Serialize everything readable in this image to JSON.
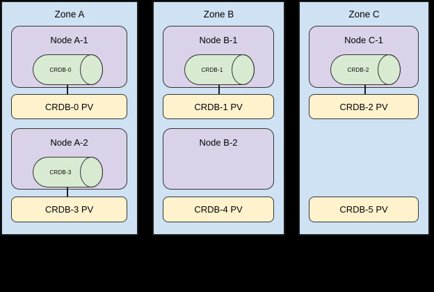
{
  "palette": {
    "background": "#000000",
    "zone_fill": "#cfe2f3",
    "node_fill": "#d9d2e9",
    "database_fill": "#d9ead3",
    "pv_fill": "#fff2cc",
    "outline": "#1a1a1a"
  },
  "zones": [
    {
      "title": "Zone A",
      "slots": [
        {
          "node": "Node A-1",
          "db": "CRDB-0",
          "pv": "CRDB-0 PV",
          "connected": true
        },
        {
          "node": "Node A-2",
          "db": "CRDB-3",
          "pv": "CRDB-3 PV",
          "connected": true
        }
      ]
    },
    {
      "title": "Zone B",
      "slots": [
        {
          "node": "Node B-1",
          "db": "CRDB-1",
          "pv": "CRDB-1 PV",
          "connected": true
        },
        {
          "node": "Node B-2",
          "db": null,
          "pv": "CRDB-4 PV",
          "connected": false
        }
      ]
    },
    {
      "title": "Zone C",
      "slots": [
        {
          "node": "Node C-1",
          "db": "CRDB-2",
          "pv": "CRDB-2 PV",
          "connected": true
        },
        {
          "node": null,
          "db": null,
          "pv": "CRDB-5 PV",
          "connected": false
        }
      ]
    }
  ]
}
